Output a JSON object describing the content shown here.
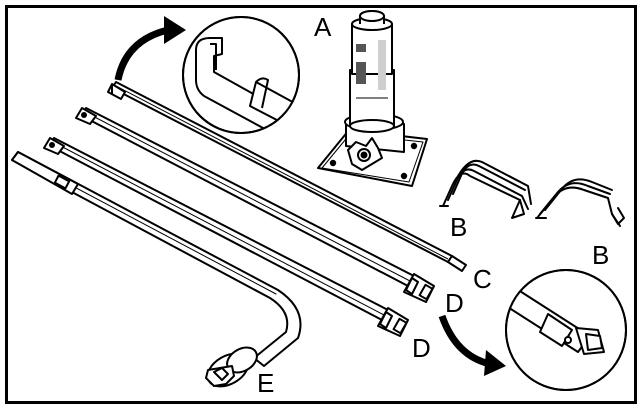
{
  "labels": {
    "jack": "A",
    "bracket_left": "B",
    "bracket_right": "B",
    "extension_short": "C",
    "extension_upper": "D",
    "extension_lower": "D",
    "wrench": "E"
  },
  "colors": {
    "line": "#000000",
    "background": "#ffffff",
    "shade": "#cfcfcf",
    "dark_band": "#555555"
  },
  "icons": {
    "callout_arrow_top": "curved-arrow-icon",
    "callout_arrow_bottom": "curved-arrow-icon"
  }
}
